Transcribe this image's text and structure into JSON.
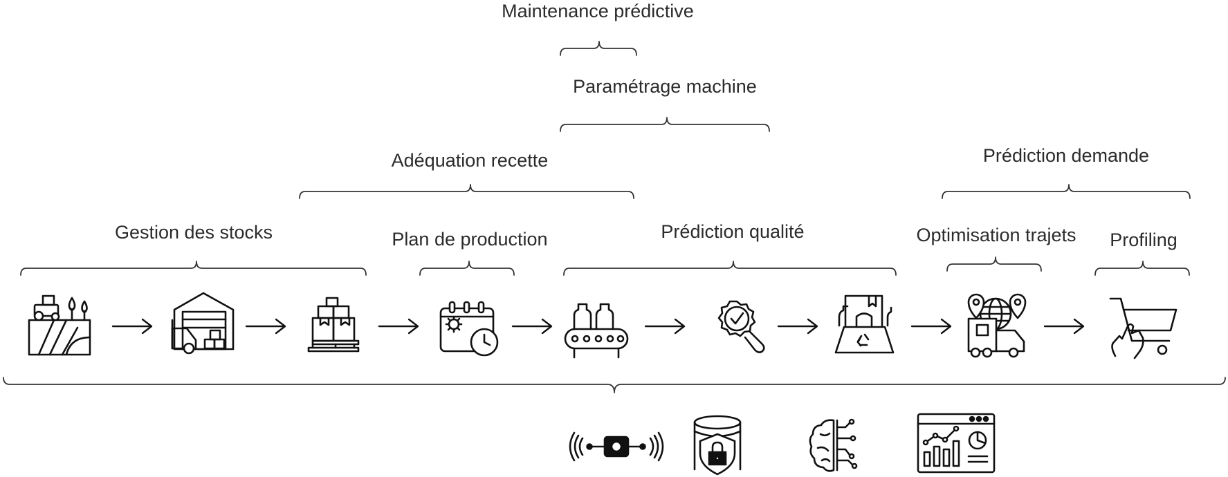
{
  "labels": {
    "maintenance": "Maintenance prédictive",
    "parametrage": "Paramétrage machine",
    "adequation": "Adéquation recette",
    "prediction_demande": "Prédiction demande",
    "gestion_stocks": "Gestion des stocks",
    "plan_production": "Plan de production",
    "prediction_qualite": "Prédiction qualité",
    "optimisation_trajets": "Optimisation trajets",
    "profiling": "Profiling"
  },
  "icons": {
    "chain": [
      "farm-field-icon",
      "warehouse-truck-icon",
      "pallet-boxes-icon",
      "calendar-clock-icon",
      "conveyor-bottles-icon",
      "quality-magnifier-icon",
      "recycling-packaging-icon",
      "global-delivery-icon",
      "shopping-cart-icon"
    ],
    "technologies": [
      "iot-sensor-icon",
      "secure-database-icon",
      "ai-brain-icon",
      "analytics-dashboard-icon"
    ]
  }
}
